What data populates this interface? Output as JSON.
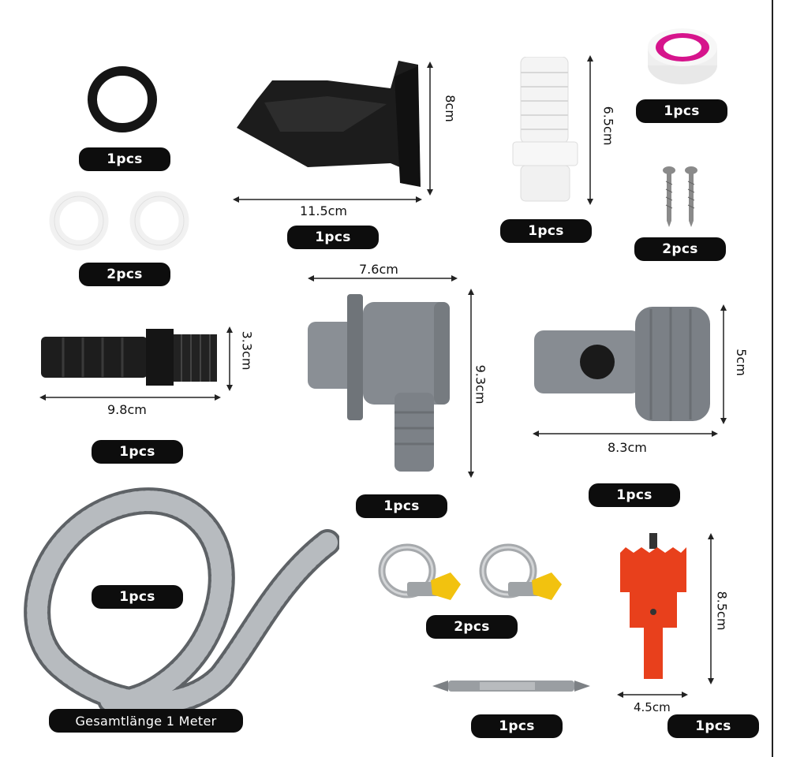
{
  "labels": {
    "qty_1": "1pcs",
    "qty_2": "2pcs"
  },
  "dimensions": {
    "siphon_height": "8cm",
    "siphon_width": "11.5cm",
    "hose_adapter_height": "6.5cm",
    "elbow_width": "7.6cm",
    "elbow_height": "9.3cm",
    "nipple_height": "3.3cm",
    "nipple_width": "9.8cm",
    "valve_height": "5cm",
    "valve_width": "8.3cm",
    "holesaw_height": "8.5cm",
    "holesaw_width": "4.5cm"
  },
  "hose_caption": "Gesamtlänge 1 Meter",
  "colors": {
    "pill_bg": "#0d0d0d",
    "part_gray": "#7a7f85",
    "part_black": "#1a1a1a",
    "part_white": "#f2f2f2",
    "tape_pink": "#d6148c",
    "holesaw_red": "#e8401c",
    "clamp_yellow": "#f2c20f"
  }
}
